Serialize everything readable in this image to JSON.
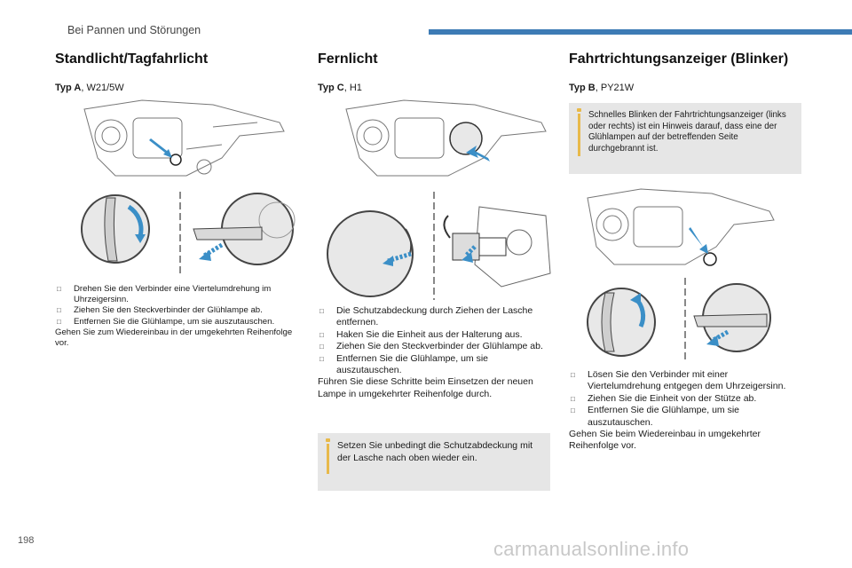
{
  "header": {
    "section": "Bei Pannen und Störungen"
  },
  "page_number": "198",
  "watermark": "carmanualsonline.info",
  "columns": [
    {
      "title": "Standlicht/Tagfahrlicht",
      "type_label": "Typ A",
      "type_value": ", W21/5W",
      "steps": [
        "Drehen Sie den Verbinder eine Viertelumdrehung im Uhrzeigersinn.",
        "Ziehen Sie den Steckverbinder der Glühlampe ab.",
        "Entfernen Sie die Glühlampe, um sie auszutauschen."
      ],
      "note": "Gehen Sie zum Wiedereinbau in der umgekehrten Reihenfolge vor."
    },
    {
      "title": "Fernlicht",
      "type_label": "Typ C",
      "type_value": ", H1",
      "steps": [
        "Die Schutzabdeckung durch Ziehen der Lasche entfernen.",
        "Haken Sie die Einheit aus der Halterung aus.",
        "Ziehen Sie den Steckverbinder der Glühlampe ab.",
        "Entfernen Sie die Glühlampe, um sie auszutauschen."
      ],
      "note": "Führen Sie diese Schritte beim Einsetzen der neuen Lampe in umgekehrter Reihenfolge durch.",
      "info": "Setzen Sie unbedingt die Schutzabdeckung mit der Lasche nach oben wieder ein."
    },
    {
      "title": "Fahrtrichtungsanzeiger (Blinker)",
      "type_label": "Typ B",
      "type_value": ", PY21W",
      "info": "Schnelles Blinken der Fahrtrichtungsanzeiger (links oder rechts) ist ein Hinweis darauf, dass eine der Glühlampen auf der betreffenden Seite durchgebrannt ist.",
      "steps": [
        "Lösen Sie den Verbinder mit einer Viertelumdrehung entgegen dem Uhrzeigersinn.",
        "Ziehen Sie die Einheit von der Stütze ab.",
        "Entfernen Sie die Glühlampe, um sie auszutauschen."
      ],
      "note": "Gehen Sie beim Wiedereinbau in umgekehrter Reihenfolge vor."
    }
  ],
  "colors": {
    "accent_bar": "#3d7bb5",
    "arrow": "#3b8fc7",
    "info_bg": "#e6e6e6",
    "info_marker": "#e8b94a"
  },
  "icons": {
    "bullet": "check-box-icon",
    "info": "info-icon"
  }
}
